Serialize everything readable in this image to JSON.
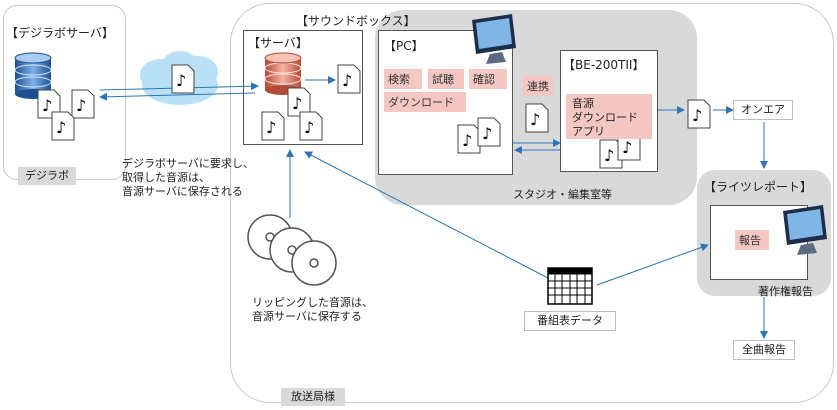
{
  "digilab": {
    "title": "【デジラボサーバ】",
    "label": "デジラボ",
    "note_line1": "デジラボサーバに要求し、",
    "note_line2": "取得した音源は、",
    "note_line3": "音源サーバに保存される"
  },
  "broadcast": {
    "label": "放送局様"
  },
  "soundbox": {
    "title": "【サウンドボックス】"
  },
  "server": {
    "title": "【サーバ】"
  },
  "pc": {
    "title": "【PC】",
    "btn_search": "検索",
    "btn_preview": "試聴",
    "btn_confirm": "確認",
    "btn_download": "ダウンロード"
  },
  "be200": {
    "title": "【BE-200TII】",
    "app_line1": "音源",
    "app_line2": "ダウンロード",
    "app_line3": "アプリ"
  },
  "link": {
    "label": "連携"
  },
  "studio": {
    "label": "スタジオ・編集室等"
  },
  "onair": {
    "label": "オンエア"
  },
  "lightreport": {
    "title": "【ライツレポート】",
    "report": "報告",
    "copyright": "著作権報告"
  },
  "full": {
    "label": "全曲報告"
  },
  "ripping": {
    "line1": "リッピングした音源は、",
    "line2": "音源サーバに保存する"
  },
  "schedule": {
    "label": "番組表データ"
  },
  "colors": {
    "pink": "#f4c7c3",
    "gray_zone": "#d9d9d9",
    "arrow": "#2e75b6",
    "db_blue": "#2f6db5",
    "db_red": "#d9604a"
  },
  "icons": [
    "database-icon",
    "cloud-icon",
    "music-file-icon",
    "cd-disc-icon",
    "monitor-icon",
    "calendar-table-icon"
  ]
}
